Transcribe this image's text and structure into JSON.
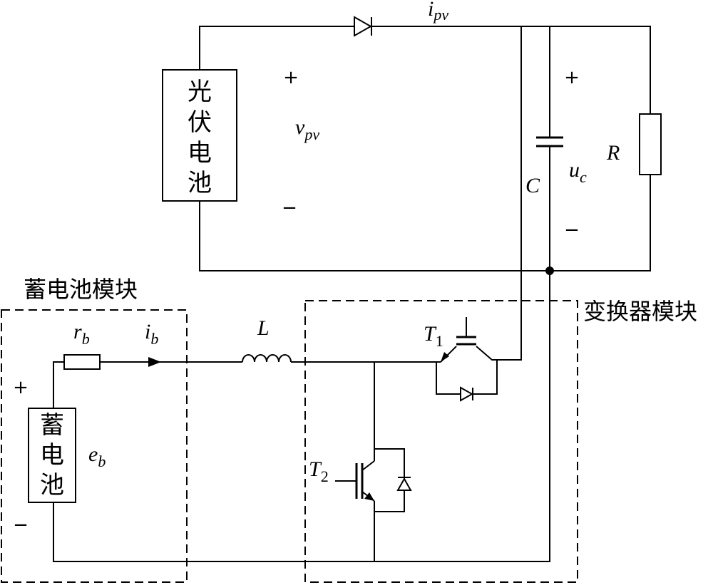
{
  "pv_panel": {
    "chars": [
      "光",
      "伏",
      "电",
      "池"
    ]
  },
  "battery": {
    "chars": [
      "蓄",
      "电",
      "池"
    ]
  },
  "modules": {
    "battery_module": "蓄电池模块",
    "converter_module": "变换器模块"
  },
  "labels": {
    "i_pv": {
      "main": "i",
      "sub": "pv"
    },
    "v_pv": {
      "main": "v",
      "sub": "pv"
    },
    "u_c": {
      "main": "u",
      "sub": "c"
    },
    "C": "C",
    "R": "R",
    "L": "L",
    "r_b": {
      "main": "r",
      "sub": "b"
    },
    "i_b": {
      "main": "i",
      "sub": "b"
    },
    "e_b": {
      "main": "e",
      "sub": "b"
    },
    "T1": {
      "main": "T",
      "sub": "1"
    },
    "T2": {
      "main": "T",
      "sub": "2"
    }
  },
  "polarity": {
    "plus": "+",
    "minus": "−"
  }
}
